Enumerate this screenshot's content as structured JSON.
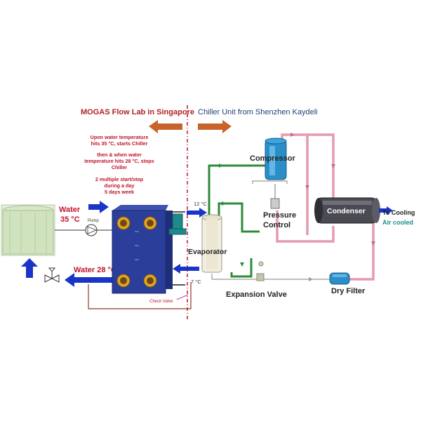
{
  "left_title": "MOGAS Flow Lab in Singapore",
  "right_title": "Chiller Unit from Shenzhen Kaydeli",
  "notes": {
    "line1": "Upon water temperature",
    "line2": "hits 35 °C, starts Chiller",
    "line3": "then & when water",
    "line4": "temperature hits 28 °C, stops",
    "line5": "Chiller",
    "line6": "2 multiple start/stop",
    "line7": "during  a day",
    "line8": "5 days week"
  },
  "labels": {
    "water_in": "Water",
    "water_in_temp": "35 °C",
    "pump": "Pump",
    "water_out": "Water 28 °C",
    "check_valve": "Check Valve",
    "temp_supply": "12 °C",
    "temp_return": "7 °C",
    "evaporator": "Evaporator",
    "compressor": "Compressor",
    "pressure_control_1": "Pressure",
    "pressure_control_2": "Control",
    "condenser": "Condenser",
    "to_cooling": "To Cooling",
    "air_cooled": "Air cooled",
    "expansion_valve": "Expansion Valve",
    "dry_filter": "Dry Filter"
  },
  "colors": {
    "title_red": "#b22222",
    "title_blue": "#1f3f7a",
    "note_red": "#c0142c",
    "arrow_orange": "#c8642a",
    "arrow_blue": "#1b34c8",
    "pipe_green": "#2e8b3a",
    "pipe_pink": "#e59aae",
    "pipe_brown": "#8b3a2a",
    "hx_blue": "#2a3e9a",
    "tank_green": "#cfe3bf"
  },
  "icons": [
    "tank-image",
    "pump-icon",
    "plate-heat-exchanger",
    "circulation-pump",
    "valve-icon",
    "compressor-unit",
    "condenser-unit",
    "dry-filter-unit",
    "evaporator-unit"
  ]
}
